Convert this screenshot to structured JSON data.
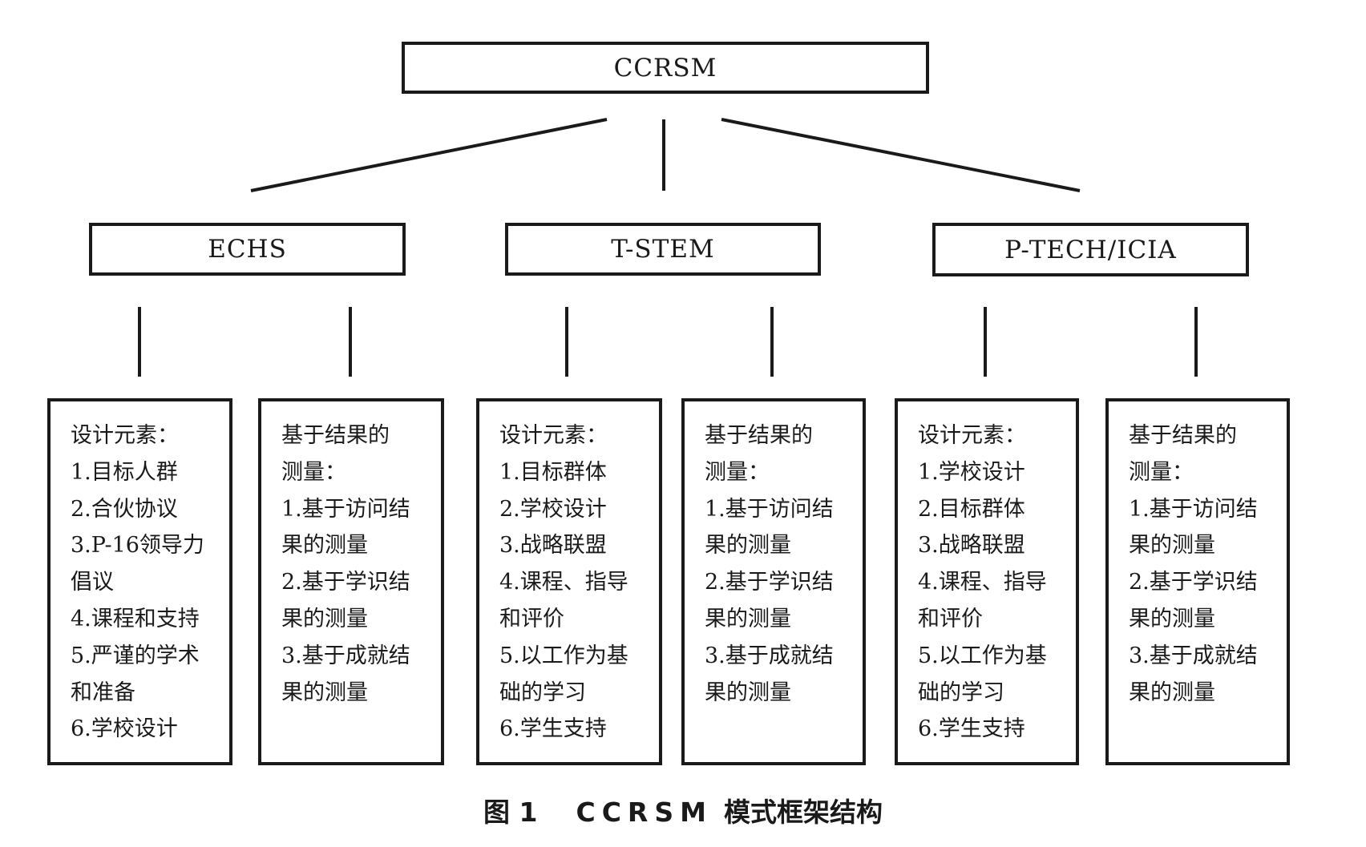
{
  "diagram": {
    "root": {
      "label": "CCRSM"
    },
    "models": [
      {
        "label": "ECHS",
        "design": {
          "lines": [
            "设计元素：",
            "1.目标人群",
            "2.合伙协议",
            "3.P-16领导力",
            "倡议",
            "4.课程和支持",
            "5.严谨的学术",
            "和准备",
            "6.学校设计"
          ]
        },
        "measure": {
          "lines": [
            "基于结果的",
            "测量：",
            "1.基于访问结",
            "果的测量",
            "2.基于学识结",
            "果的测量",
            "3.基于成就结",
            "果的测量"
          ]
        }
      },
      {
        "label": "T-STEM",
        "design": {
          "lines": [
            "设计元素：",
            "1.目标群体",
            "2.学校设计",
            "3.战略联盟",
            "4.课程、指导",
            "和评价",
            "5.以工作为基",
            "础的学习",
            "6.学生支持"
          ]
        },
        "measure": {
          "lines": [
            "基于结果的",
            "测量：",
            "1.基于访问结",
            "果的测量",
            "2.基于学识结",
            "果的测量",
            "3.基于成就结",
            "果的测量"
          ]
        }
      },
      {
        "label": "P-TECH/ICIA",
        "design": {
          "lines": [
            "设计元素：",
            "1.学校设计",
            "2.目标群体",
            "3.战略联盟",
            "4.课程、指导",
            "和评价",
            "5.以工作为基",
            "础的学习",
            "6.学生支持"
          ]
        },
        "measure": {
          "lines": [
            "基于结果的",
            "测量：",
            "1.基于访问结",
            "果的测量",
            "2.基于学识结",
            "果的测量",
            "3.基于成就结",
            "果的测量"
          ]
        }
      }
    ]
  },
  "caption": {
    "figure": "图 1",
    "abbr": "CCRSM",
    "title": "模式框架结构"
  }
}
